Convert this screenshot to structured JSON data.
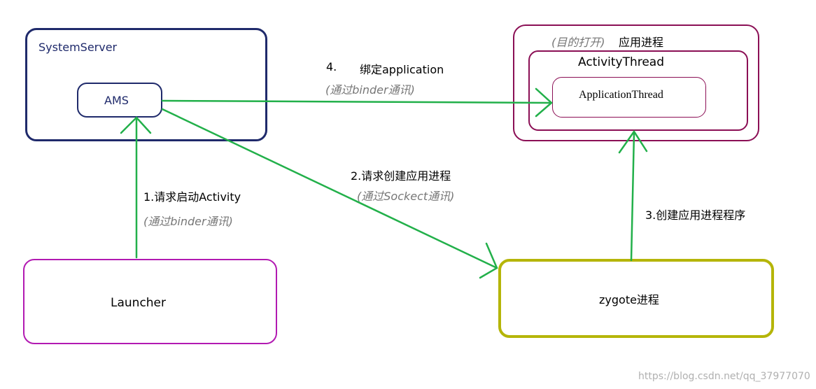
{
  "nodes": {
    "system_server": {
      "label": "SystemServer",
      "color": "#1f2a6b"
    },
    "ams": {
      "label": "AMS",
      "color": "#1f2a6b"
    },
    "app_process": {
      "note": "(目的打开)",
      "label": "应用进程",
      "color": "#8b0f55"
    },
    "activity_thread": {
      "label": "ActivityThread",
      "color": "#8b0f55"
    },
    "application_thread": {
      "label": "ApplicationThread",
      "color": "#8b0f55"
    },
    "launcher": {
      "label": "Launcher",
      "color": "#b21ab2"
    },
    "zygote": {
      "label": "zygote进程",
      "color": "#b5b509"
    }
  },
  "edges": {
    "step1": {
      "label": "1.请求启动Activity",
      "note": "(通过binder通讯)"
    },
    "step2": {
      "label": "2.请求创建应用进程",
      "note": "(通过Sockect通讯)"
    },
    "step3": {
      "label": "3.创建应用进程程序"
    },
    "step4": {
      "label": "4.",
      "label2": "绑定application",
      "note": "(通过binder通讯)"
    }
  },
  "arrow_color": "#22b04a",
  "watermark": "https://blog.csdn.net/qq_37977070"
}
